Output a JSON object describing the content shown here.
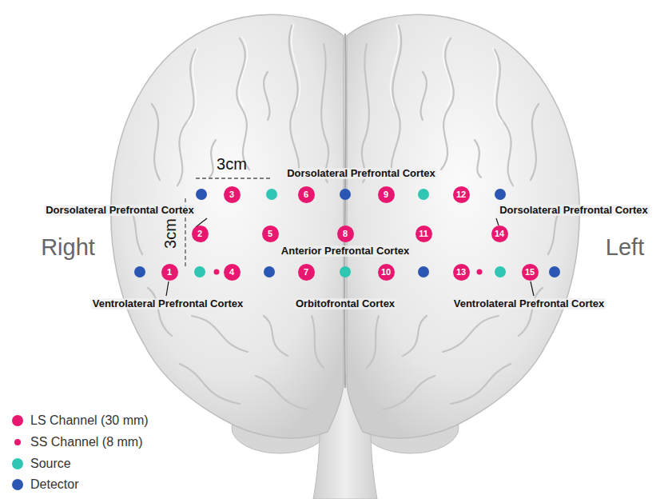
{
  "diagram": {
    "nodes": [
      {
        "text": [
          "3"
        ]
      },
      {
        "text": [
          "6"
        ]
      },
      {
        "text": [
          "9"
        ]
      },
      {
        "text": [
          "12"
        ]
      },
      {
        "text": [
          "2"
        ]
      },
      {
        "text": [
          "5"
        ]
      },
      {
        "text": [
          "8"
        ]
      },
      {
        "text": [
          "11"
        ]
      },
      {
        "text": [
          "14"
        ]
      },
      {
        "text": [
          "1"
        ]
      },
      {
        "text": [
          "4"
        ]
      },
      {
        "text": [
          "7"
        ]
      },
      {
        "text": [
          "10"
        ]
      },
      {
        "text": [
          "13"
        ]
      },
      {
        "text": [
          "15"
        ]
      }
    ],
    "labels": [
      "3cm",
      "Dorsolateral Prefrontal Cortex",
      "Dorsolateral Prefrontal Cortex",
      "Dorsolateral Prefrontal Cortex",
      "3cm",
      "Anterior Prefrontal Cortex",
      "Right",
      "Left",
      "Ventrolateral Prefrontal Cortex",
      "Orbitofrontal Cortex",
      "Ventrolateral Prefrontal Cortex"
    ],
    "legend": [
      {
        "text": "LS Channel (30 mm)",
        "color": "#e8176f"
      },
      {
        "text": "SS Channel (8 mm)",
        "color": "#e8176f"
      },
      {
        "text": "Source",
        "color": "#2fc7b3"
      },
      {
        "text": "Detector",
        "color": "#2c56b4"
      }
    ]
  }
}
